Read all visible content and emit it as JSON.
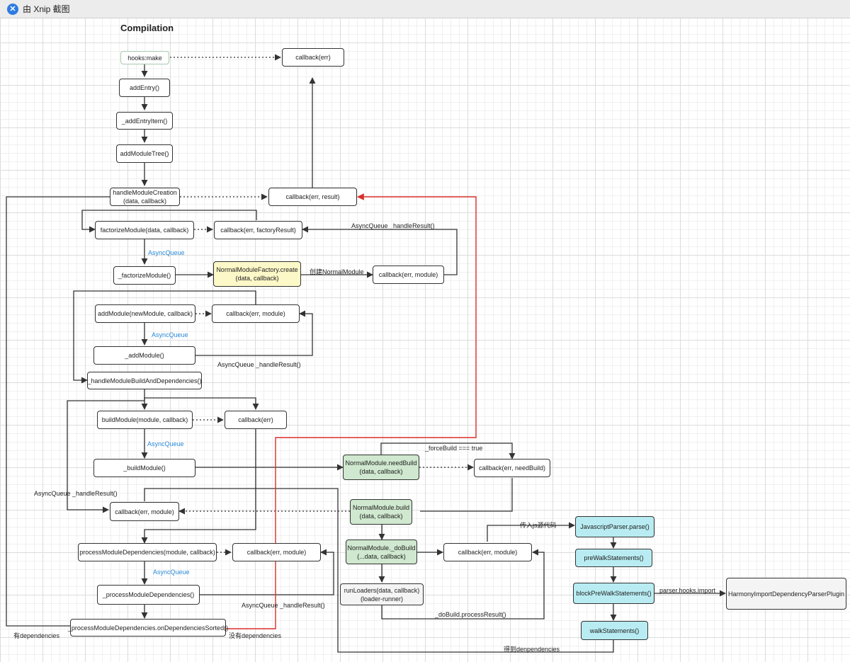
{
  "window": {
    "title": "由 Xnip 截图",
    "icon": "xnip-app-icon"
  },
  "diagram": {
    "title": "Compilation",
    "nodes": {
      "hooks_make": "hooks:make",
      "cb_err_top": "callback(err)",
      "add_entry": "addEntry()",
      "add_entry_item": "_addEntryItem()",
      "add_module_tree": "addModuleTree()",
      "handle_module_creation": "handleModuleCreation\n(data, callback)",
      "cb_err_result": "callback(err, result)",
      "factorize_module": "factorizeModule(data, callback)",
      "cb_err_factory_result": "callback(err, factoryResult)",
      "private_factorize_module": "_factorizeModule()",
      "normal_module_factory_create": "NormalModuleFactory.create\n(data, callback)",
      "cb_err_module_1": "callback(err, module)",
      "add_module": "addModule(newModule, callback)",
      "cb_err_module_2": "callback(err, module)",
      "private_add_module": "_addModule()",
      "handle_build_deps": "_handleModuleBuildAndDependencies()",
      "build_module": "buildModule(module, callback)",
      "cb_err_build": "callback(err)",
      "private_build_module": "_buildModule()",
      "normal_module_need_build": "NormalModule.needBuild\n(data, callback)",
      "cb_err_need_build": "callback(err, needBuild)",
      "cb_err_module_3": "callback(err, module)",
      "normal_module_build": "NormalModule.build\n(data, callback)",
      "process_module_deps": "processModuleDependencies(module, callback)",
      "cb_err_module_4": "callback(err, module)",
      "normal_module_do_build": "NormalModule._doBuild\n(...data, callback)",
      "cb_err_module_5": "callback(err, module)",
      "private_process_deps": "_processModuleDependencies()",
      "run_loaders": "runLoaders(data, callback)\n(loader-runner)",
      "on_deps_sorted": "_processModuleDependencies.onDependenciesSorted()",
      "javascript_parser_parse": "JavascriptParser.parse()",
      "pre_walk": "preWalkStatements()",
      "block_pre_walk": "blockPreWalkStatements()",
      "harmony_plugin": "HarmonyImportDependencyParserPlugin",
      "walk_statements": "walkStatements()"
    },
    "labels": {
      "async_queue_1": "AsyncQueue",
      "async_queue_2": "AsyncQueue",
      "async_queue_3": "AsyncQueue",
      "async_queue_4": "AsyncQueue",
      "create_normal_module": "创建NormalModule",
      "handle_result_1": "AsyncQueue  _handleResult()",
      "handle_result_2": "AsyncQueue  _handleResult()",
      "handle_result_3": "AsyncQueue  _handleResult()",
      "handle_result_4": "AsyncQueue  _handleResult()",
      "force_build": "_forceBuild === true",
      "pass_js_source": "传入js源代码",
      "parser_hooks_import": "parser.hooks.import",
      "do_build_process_result": "_doBuild.processResult()",
      "got_dependencies": "得到denpendencies",
      "has_dependencies": "有dependencies",
      "no_dependencies": "没有dependencies"
    },
    "colors": {
      "stroke": "#333333",
      "red_path": "#d9302a",
      "async_queue_text": "#2a8ad8",
      "yellow_fill": "#fdf8c8",
      "green_fill": "#cfe8cf",
      "cyan_fill": "#b8ecf2"
    }
  }
}
